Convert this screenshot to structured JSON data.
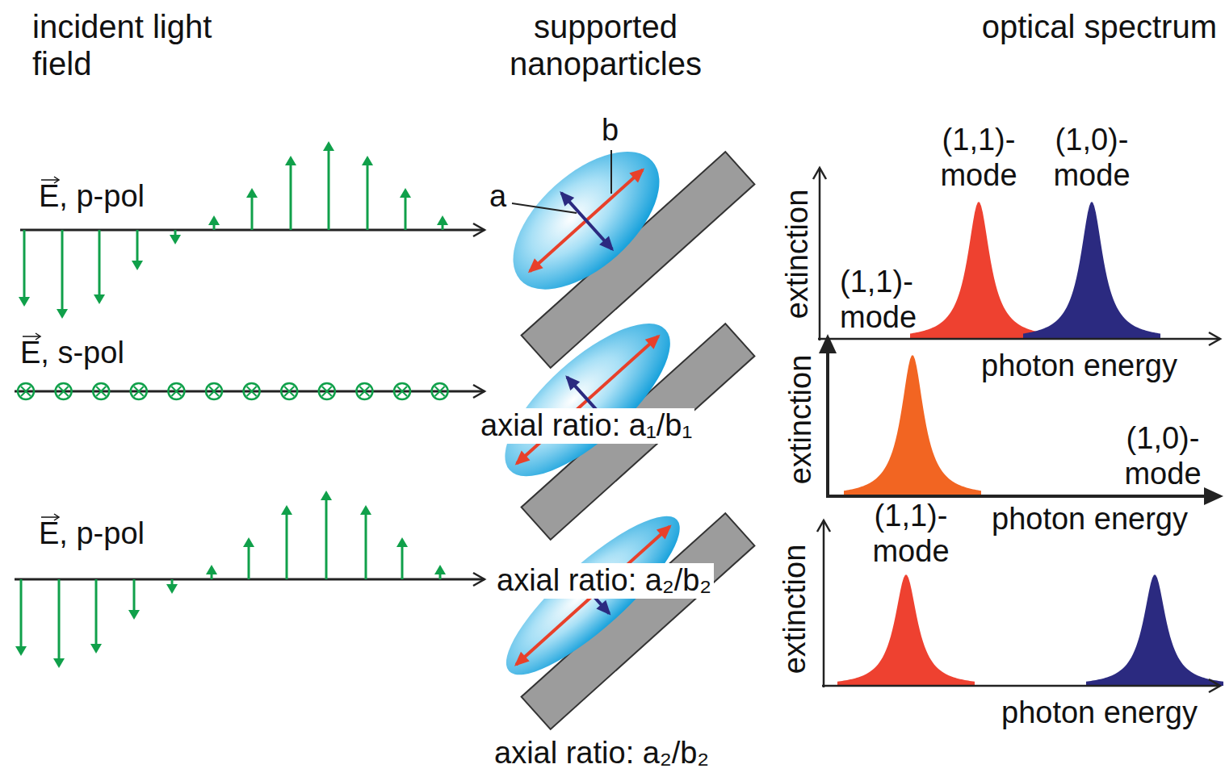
{
  "diagram": {
    "labels": [
      "incident light field",
      "supported nanoparticles",
      "optical spectrum",
      "E, p-pol",
      "b",
      "a",
      "(1,1)-mode",
      "(1,0)-mode",
      "extinction",
      "(1,1)-mode",
      "photon energy",
      "E, s-pol",
      "axial ratio: a₁/b₁",
      "extinction",
      "(1,1)-mode",
      "(1,0)-mode",
      "photon energy",
      "E, p-pol",
      "axial ratio: a₂/b₂",
      "extinction",
      "photon energy",
      "axial ratio: a₂/b₂"
    ]
  }
}
